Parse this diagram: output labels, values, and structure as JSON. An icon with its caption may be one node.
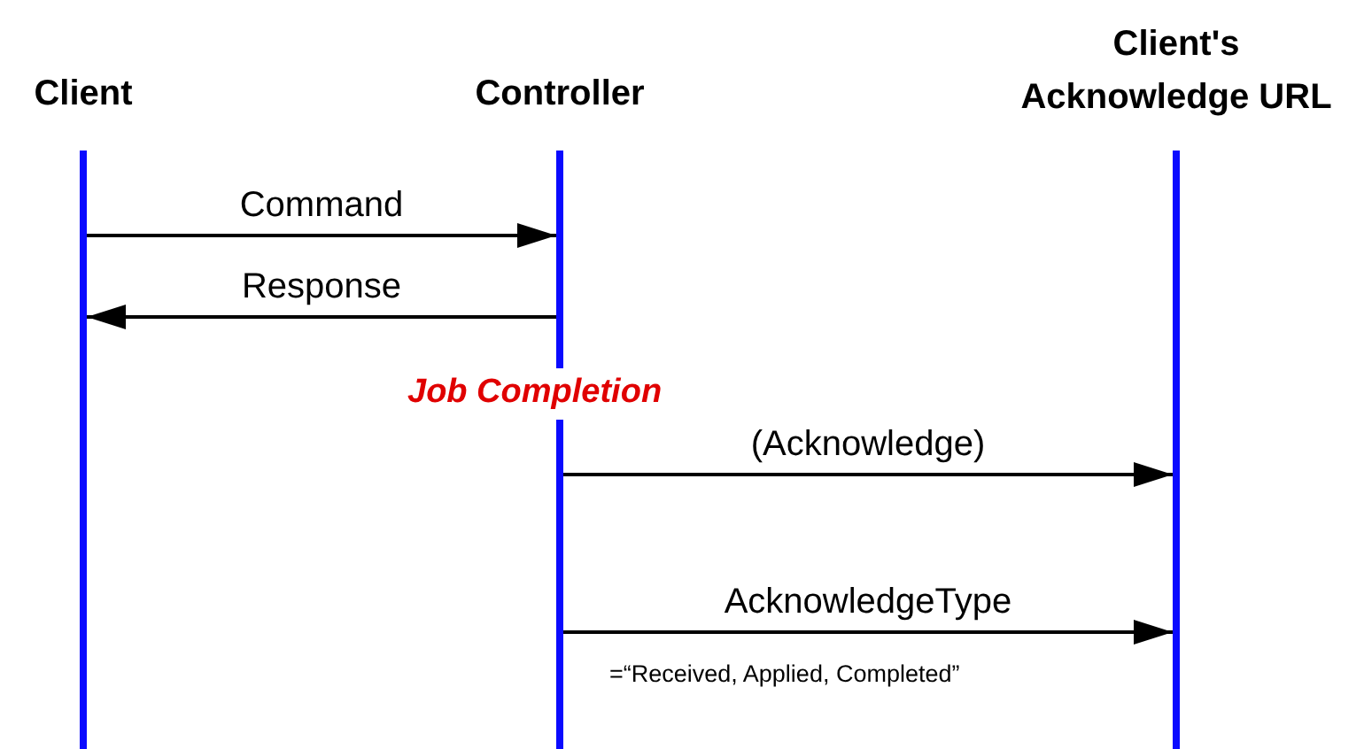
{
  "diagram": {
    "nodes": [
      {
        "text": [],
        "shape": "bar",
        "beside": [
          "Client"
        ]
      },
      {
        "text": [],
        "shape": "bar",
        "beside": [
          "Controller"
        ]
      },
      {
        "text": [],
        "shape": "bar",
        "beside": [
          "Client's Acknowledge URL"
        ]
      }
    ],
    "edges": [
      {
        "from": 0,
        "to": 1,
        "arrow": "to",
        "label": "Command"
      },
      {
        "from": 1,
        "to": 0,
        "arrow": "to",
        "label": "Response"
      },
      {
        "from": 1,
        "to": 2,
        "arrow": "to",
        "label": "(Acknowledge)"
      },
      {
        "from": 1,
        "to": 2,
        "arrow": "to",
        "label": "AcknowledgeType"
      }
    ],
    "labels": [
      "Job Completion",
      "=“Received, Applied, Completed”"
    ]
  }
}
